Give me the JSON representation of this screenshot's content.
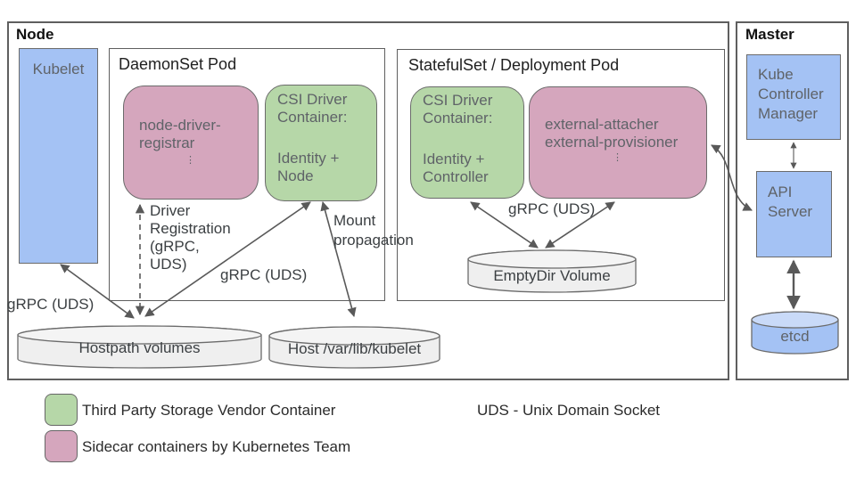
{
  "node_section": {
    "title": "Node"
  },
  "master_section": {
    "title": "Master",
    "kcm_lines": [
      "Kube",
      "Controller",
      "Manager"
    ],
    "api_lines": [
      "API",
      "Server"
    ],
    "etcd_label": "etcd"
  },
  "kubelet_label": "Kubelet",
  "daemonset": {
    "title": "DaemonSet Pod",
    "registrar_lines": [
      "node-driver-",
      "registrar"
    ],
    "registrar_more": "⋮",
    "csi_lines": [
      "CSI Driver",
      "Container:",
      "Identity +",
      "Node"
    ]
  },
  "statefulset": {
    "title": "StatefulSet / Deployment Pod",
    "csi_lines": [
      "CSI Driver",
      "Container:",
      "Identity +",
      "Controller"
    ],
    "sidecar_lines": [
      "external-attacher",
      "external-provisioner"
    ],
    "sidecar_more": "⋮",
    "emptydir_label": "EmptyDir Volume"
  },
  "volumes": {
    "hostpath": "Hostpath volumes",
    "host_kubelet": "Host /var/lib/kubelet"
  },
  "labels": {
    "grpc_left": "gRPC (UDS)",
    "grpc_mid": "gRPC (UDS)",
    "grpc_right": "gRPC (UDS)",
    "driver_reg_lines": [
      "Driver",
      "Registration",
      "(gRPC,",
      "UDS)"
    ],
    "mount_lines": [
      "Mount",
      "propagation"
    ]
  },
  "legend": {
    "green": "Third Party Storage Vendor Container",
    "pink": "Sidecar containers by Kubernetes Team",
    "uds": "UDS - Unix Domain Socket"
  },
  "colors": {
    "blue": "#a4c2f4",
    "green": "#b6d7a8",
    "pink": "#d5a6bd",
    "cylinder_gray": "#efefef",
    "border_gray": "#5f5f5f",
    "arrow_gray": "#595959"
  }
}
